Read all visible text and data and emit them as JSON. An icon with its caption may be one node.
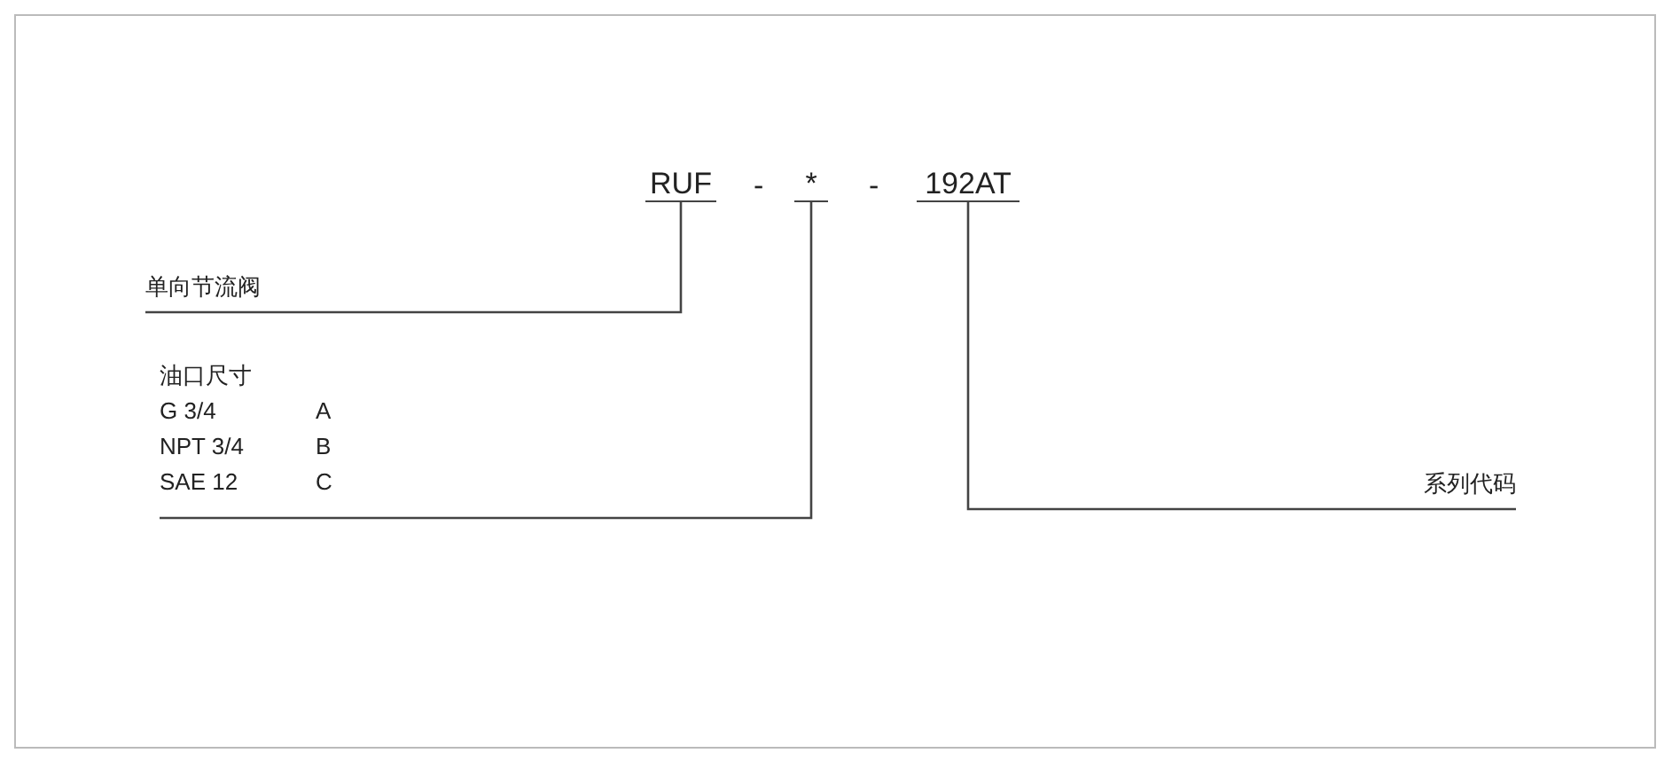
{
  "diagram": {
    "nodes": [
      {
        "text": [
          "RUF"
        ]
      },
      {
        "text": [
          "*"
        ]
      },
      {
        "text": [
          "192AT"
        ]
      },
      {
        "text": [
          "单向节流阀"
        ]
      },
      {
        "text": [
          "油口尺寸",
          "G 3/4",
          "A",
          "NPT 3/4",
          "B",
          "SAE 12",
          "C"
        ]
      },
      {
        "text": [
          "系列代码"
        ]
      }
    ],
    "edges": [
      {
        "from": 3,
        "to": 0,
        "arrow": "none"
      },
      {
        "from": 4,
        "to": 1,
        "arrow": "none"
      },
      {
        "from": 5,
        "to": 2,
        "arrow": "none"
      }
    ],
    "labels": [
      "-",
      "-"
    ]
  }
}
